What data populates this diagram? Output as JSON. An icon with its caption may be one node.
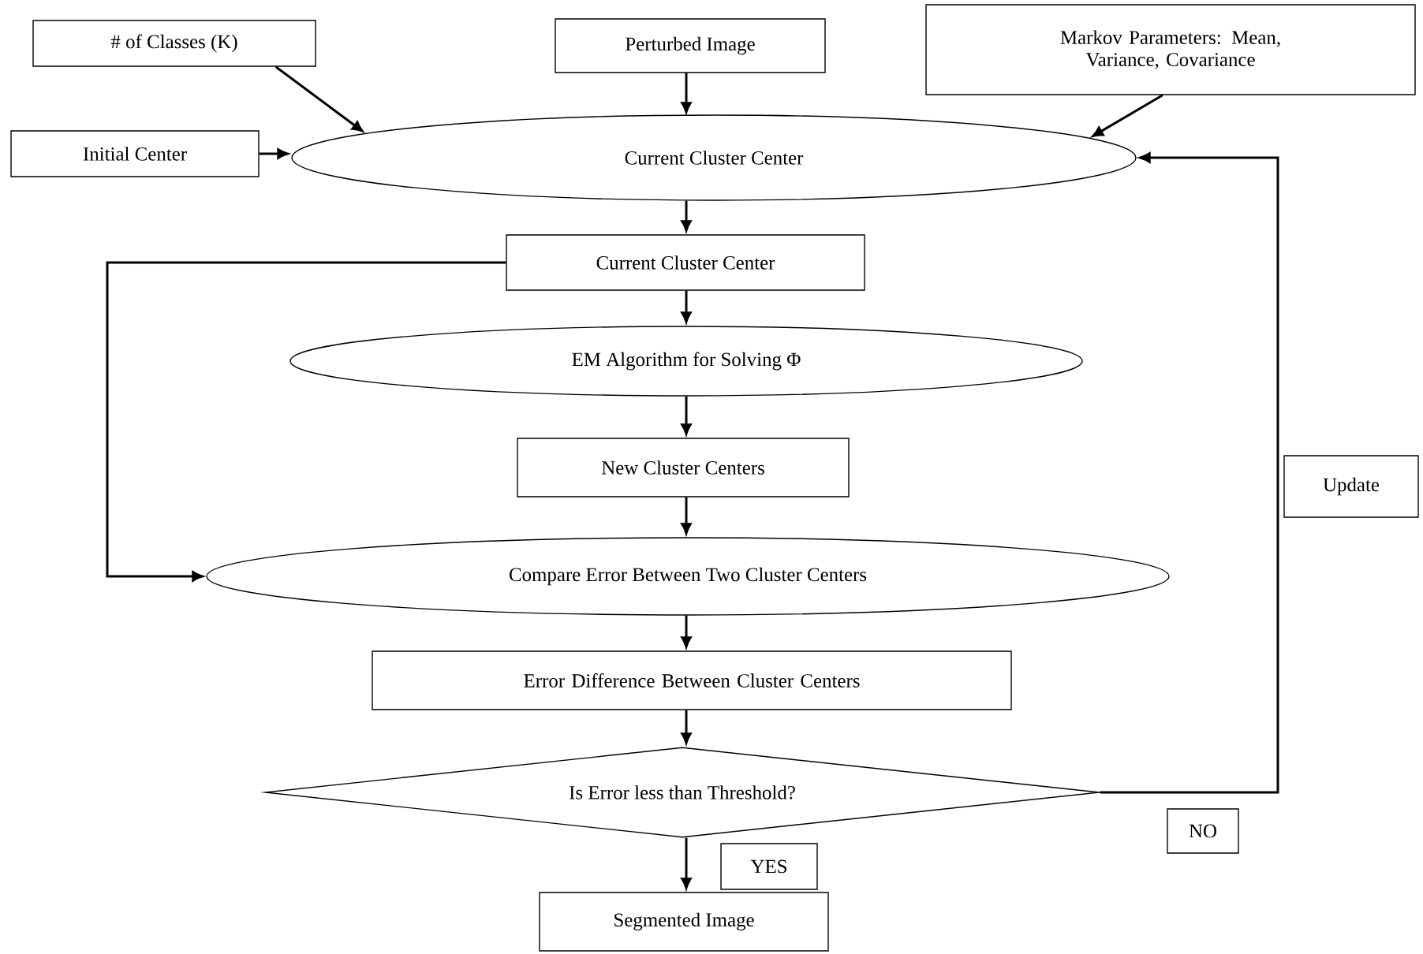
{
  "diagram": {
    "nodes": [
      {
        "text": [
          "# of Classes (K)"
        ]
      },
      {
        "text": [
          "Perturbed Image"
        ]
      },
      {
        "text": [
          "Markov Parameters: Mean, Variance, Covariance"
        ]
      },
      {
        "text": [
          "Initial Center"
        ]
      },
      {
        "text": [
          "Current Cluster Center"
        ]
      },
      {
        "text": [
          "Current Cluster Center"
        ]
      },
      {
        "text": [
          "EM Algorithm for Solving Φ"
        ]
      },
      {
        "text": [
          "New Cluster Centers"
        ]
      },
      {
        "text": [
          "Compare Error Between Two Cluster Centers"
        ]
      },
      {
        "text": [
          "Error Difference Between Cluster Centers"
        ]
      },
      {
        "text": [
          "Is Error less than Threshold?"
        ]
      },
      {
        "text": [
          "Segmented Image"
        ]
      },
      {
        "text": [
          "Update"
        ]
      },
      {
        "text": [
          "NO"
        ]
      },
      {
        "text": [
          "YES"
        ]
      }
    ],
    "edges": [
      {
        "from": 0,
        "to": 4,
        "arrow": "to"
      },
      {
        "from": 1,
        "to": 4,
        "arrow": "to"
      },
      {
        "from": 2,
        "to": 4,
        "arrow": "to"
      },
      {
        "from": 3,
        "to": 4,
        "arrow": "to"
      },
      {
        "from": 4,
        "to": 5,
        "arrow": "to"
      },
      {
        "from": 5,
        "to": 6,
        "arrow": "to"
      },
      {
        "from": 6,
        "to": 7,
        "arrow": "to"
      },
      {
        "from": 7,
        "to": 8,
        "arrow": "to"
      },
      {
        "from": 8,
        "to": 9,
        "arrow": "to"
      },
      {
        "from": 9,
        "to": 10,
        "arrow": "to"
      },
      {
        "from": 10,
        "to": 11,
        "arrow": "to"
      },
      {
        "from": 5,
        "to": 8,
        "arrow": "to"
      },
      {
        "from": 10,
        "to": 4,
        "arrow": "to"
      }
    ]
  }
}
